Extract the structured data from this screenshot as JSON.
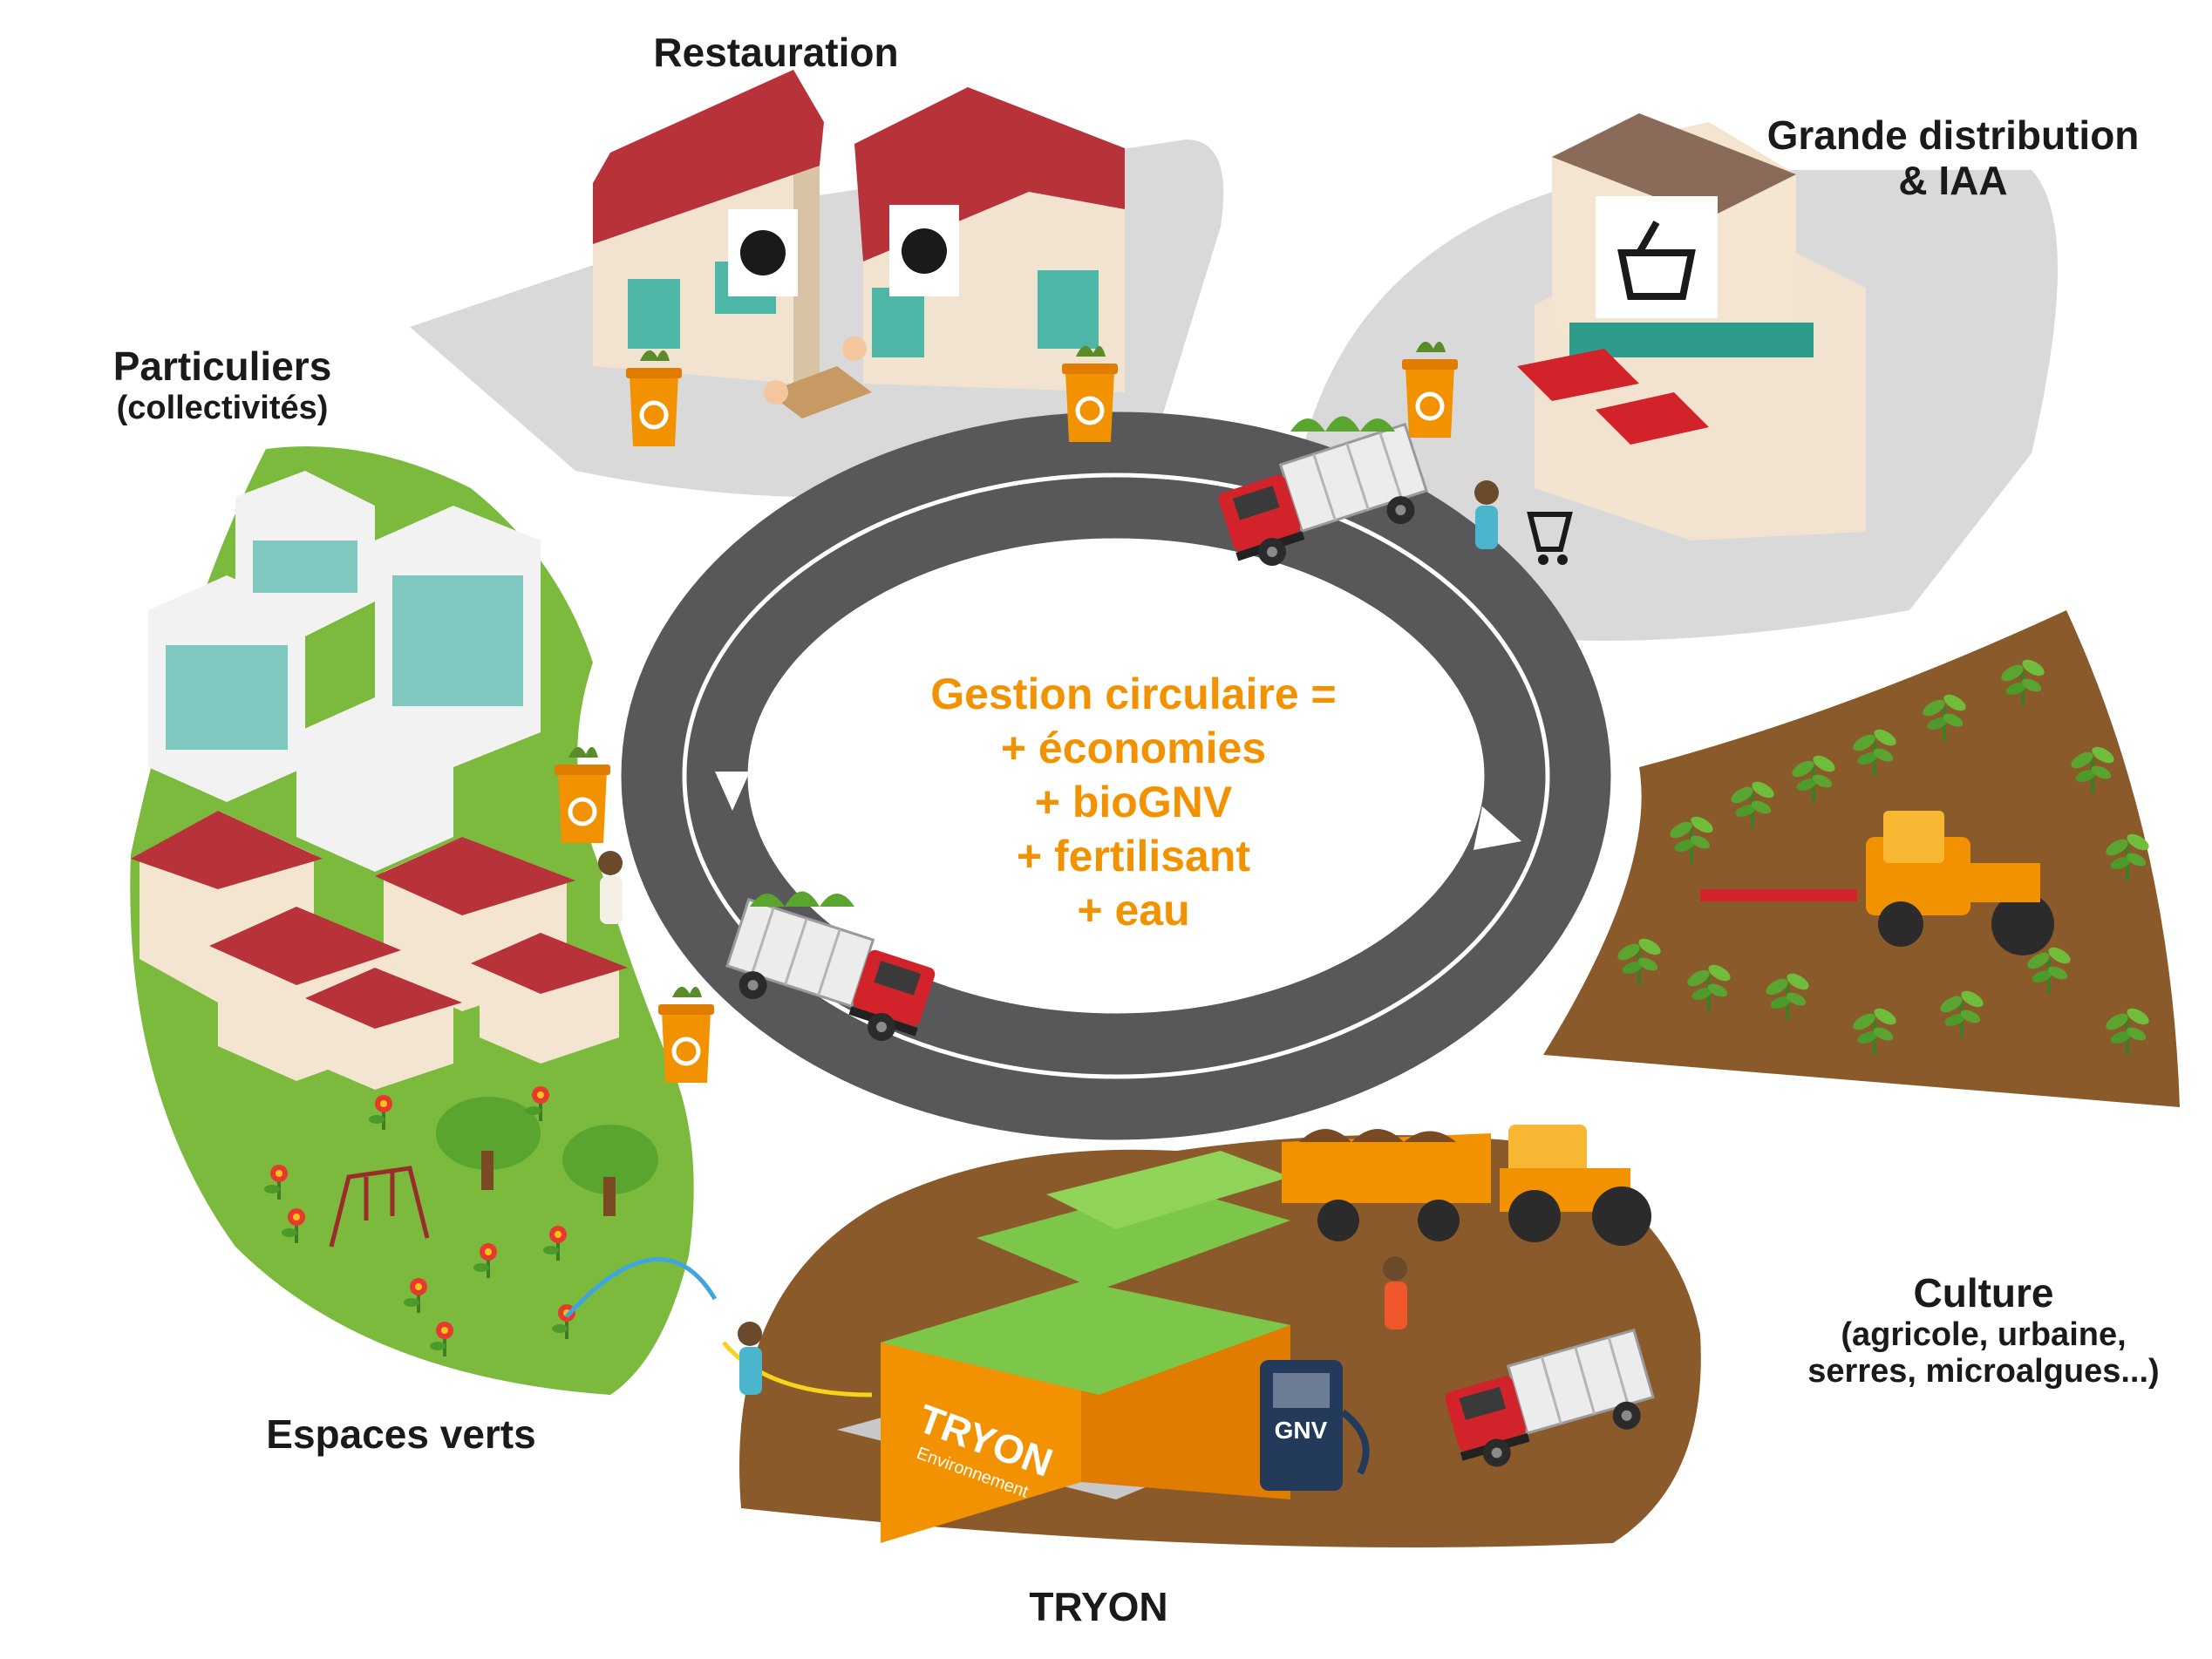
{
  "labels": {
    "restauration": "Restauration",
    "grande_distribution_line1": "Grande distribution",
    "grande_distribution_line2": "& IAA",
    "particuliers": "Particuliers",
    "particuliers_sub": "(collectivités)",
    "culture": "Culture",
    "culture_sub1": "(agricole, urbaine,",
    "culture_sub2": "serres, microalgues...)",
    "espaces_verts": "Espaces verts",
    "tryon": "TRYON"
  },
  "center": {
    "line1": "Gestion circulaire =",
    "line2": "+ économies",
    "line3": "+ bioGNV",
    "line4": "+ fertilisant",
    "line5": "+ eau"
  },
  "container_brand": "TRYON",
  "container_brand_sub": "Environnement",
  "pump_label": "GNV",
  "colors": {
    "accent_orange": "#f39200",
    "road": "#58585a",
    "grass": "#7cba3d",
    "soil": "#8a5a2b",
    "plaza": "#d9d9d9",
    "truck_red": "#d2232a",
    "roof_red": "#b8323a"
  }
}
